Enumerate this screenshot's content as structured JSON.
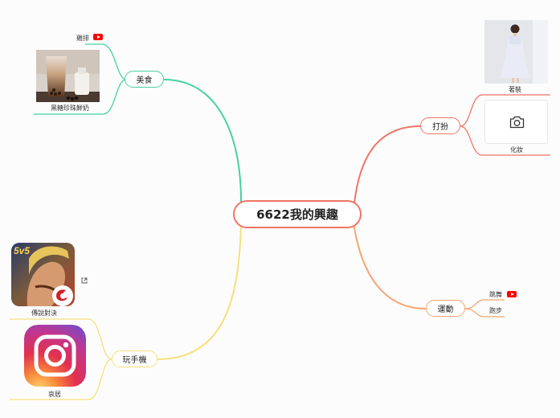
{
  "central": {
    "title": "6622我的興趣"
  },
  "branches": {
    "food": {
      "label": "美食",
      "color": "#47d1a0",
      "children": [
        {
          "label": "雞排",
          "icon": "youtube-icon"
        },
        {
          "label": "黑糖珍珠鮮奶",
          "image": "bubble-tea-photo"
        }
      ]
    },
    "dress": {
      "label": "打扮",
      "color": "#f07466",
      "children": [
        {
          "label": "著裝",
          "image": "white-dress-photo"
        },
        {
          "label": "化妝",
          "icon": "camera-icon"
        }
      ]
    },
    "sports": {
      "label": "運動",
      "color": "#f7a571",
      "children": [
        {
          "label": "跳舞",
          "icon": "youtube-icon"
        },
        {
          "label": "跑步"
        }
      ]
    },
    "phone": {
      "label": "玩手機",
      "color": "#f5e07c",
      "children": [
        {
          "label": "傳說對決",
          "image": "arena-of-valor-app-icon",
          "badge_text": "5v5",
          "icon": "external-link-icon"
        },
        {
          "label": "哀居",
          "image": "instagram-app-icon"
        }
      ]
    }
  }
}
